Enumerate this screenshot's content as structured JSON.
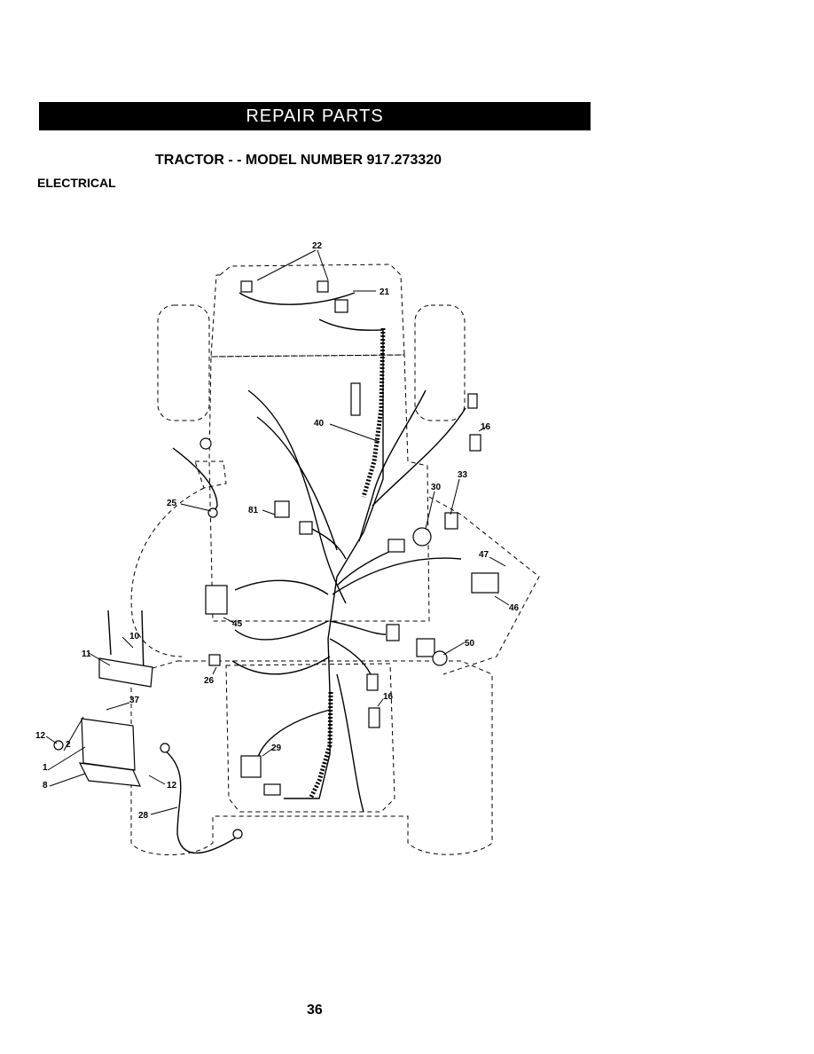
{
  "header": {
    "banner": "REPAIR PARTS"
  },
  "doc": {
    "title": "TRACTOR - - MODEL NUMBER 917.273320",
    "section": "ELECTRICAL",
    "page_number": "36"
  },
  "callouts": [
    {
      "id": "c22",
      "label": "22"
    },
    {
      "id": "c21",
      "label": "21"
    },
    {
      "id": "c40",
      "label": "40"
    },
    {
      "id": "c16a",
      "label": "16"
    },
    {
      "id": "c33",
      "label": "33"
    },
    {
      "id": "c30",
      "label": "30"
    },
    {
      "id": "c25",
      "label": "25"
    },
    {
      "id": "c81",
      "label": "81"
    },
    {
      "id": "c47",
      "label": "47"
    },
    {
      "id": "c46",
      "label": "46"
    },
    {
      "id": "c45",
      "label": "45"
    },
    {
      "id": "c10",
      "label": "10"
    },
    {
      "id": "c11",
      "label": "11"
    },
    {
      "id": "c50",
      "label": "50"
    },
    {
      "id": "c26",
      "label": "26"
    },
    {
      "id": "c37",
      "label": "37"
    },
    {
      "id": "c16b",
      "label": "16"
    },
    {
      "id": "c12a",
      "label": "12"
    },
    {
      "id": "c2",
      "label": "2"
    },
    {
      "id": "c29",
      "label": "29"
    },
    {
      "id": "c1",
      "label": "1"
    },
    {
      "id": "c8",
      "label": "8"
    },
    {
      "id": "c12b",
      "label": "12"
    },
    {
      "id": "c28",
      "label": "28"
    }
  ]
}
